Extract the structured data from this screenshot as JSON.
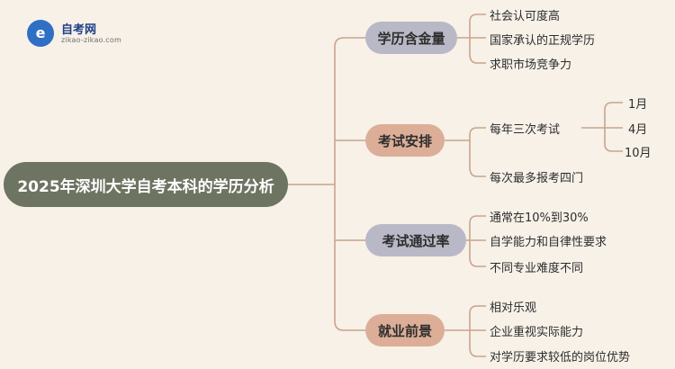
{
  "logo": {
    "badge": "e",
    "name": "自考网",
    "domain": "zikao-zikao.com"
  },
  "root": {
    "label": "2025年深圳大学自考本科的学历分析"
  },
  "branches": [
    {
      "label": "学历含金量",
      "leaves": [
        "社会认可度高",
        "国家承认的正规学历",
        "求职市场竞争力"
      ]
    },
    {
      "label": "考试安排",
      "leaves": [
        "每年三次考试",
        "每次最多报考四门"
      ],
      "sub_leaves": [
        "1月",
        "4月",
        "10月"
      ]
    },
    {
      "label": "考试通过率",
      "leaves": [
        "通常在10%到30%",
        "自学能力和自律性要求",
        "不同专业难度不同"
      ]
    },
    {
      "label": "就业前景",
      "leaves": [
        "相对乐观",
        "企业重视实际能力",
        "对学历要求较低的岗位优势"
      ]
    }
  ],
  "colors": {
    "background": "#f7f1e8",
    "root": "#6d7461",
    "branch_a": "#b9b8c6",
    "branch_b": "#dcae98",
    "line": "#c9a48c"
  }
}
